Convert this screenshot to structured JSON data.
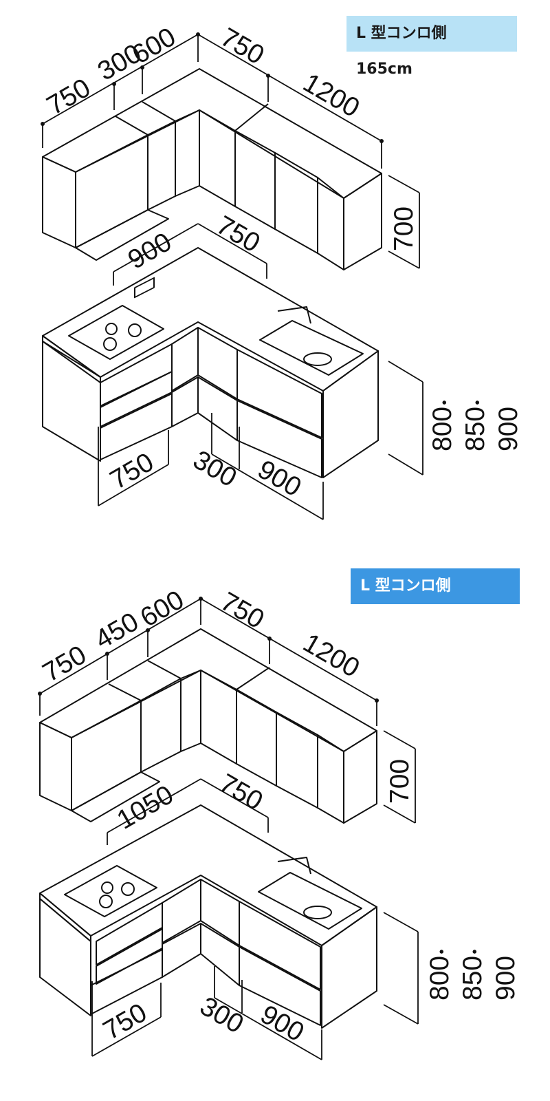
{
  "colors": {
    "door": "#b3e1f8",
    "top": "#e2e2e2",
    "side": "#ececec",
    "front": "#f3f3f3",
    "badge1_bg": "#b8e2f6",
    "badge1_fg": "#1a1a1a",
    "badge2_bg": "#3c97e2",
    "badge2_fg": "#ffffff"
  },
  "variants": [
    {
      "title": "L 型コンロ側 165cm",
      "wall_top_widths": [
        "750",
        "300",
        "600"
      ],
      "wall_right_widths": [
        "750",
        "1200"
      ],
      "wall_height": "700",
      "counter_widths": [
        "900",
        "750"
      ],
      "base_left_width": "750",
      "base_right_widths": [
        "300",
        "900"
      ],
      "counter_heights": [
        "800",
        "・",
        "850",
        "・",
        "900"
      ]
    },
    {
      "title": "L 型コンロ側 180cm",
      "wall_top_widths": [
        "750",
        "450",
        "600"
      ],
      "wall_right_widths": [
        "750",
        "1200"
      ],
      "wall_height": "700",
      "counter_widths": [
        "1050",
        "750"
      ],
      "base_left_width": "750",
      "base_right_widths": [
        "300",
        "900"
      ],
      "counter_heights": [
        "800",
        "・",
        "850",
        "・",
        "900"
      ]
    }
  ]
}
